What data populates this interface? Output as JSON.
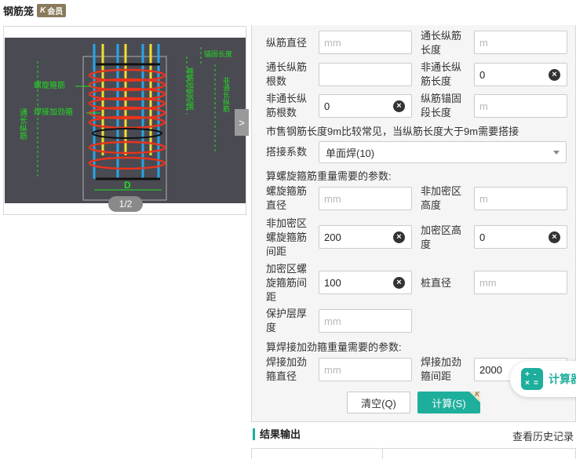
{
  "page": {
    "title": "钢筋笼",
    "vip_badge": "会员"
  },
  "diagram": {
    "page_indicator": "1/2",
    "next_label": ">",
    "labels": {
      "spiral": "螺旋箍筋",
      "weld_hoop": "焊接加劲箍",
      "through_long": "通长纵筋",
      "anchor_len": "锚固长度",
      "dense_range": "箍筋加密范围",
      "non_through": "非通长纵筋",
      "diameter": "D"
    }
  },
  "form": {
    "fields": {
      "bar_diameter": {
        "label1": "纵筋直径",
        "label2": "",
        "placeholder": "mm",
        "value": ""
      },
      "through_length": {
        "label1": "通长纵筋",
        "label2": "长度",
        "placeholder": "m",
        "value": ""
      },
      "through_count": {
        "label1": "通长纵筋",
        "label2": "根数",
        "placeholder": "",
        "value": ""
      },
      "non_through_length": {
        "label1": "非通长纵",
        "label2": "筋长度",
        "placeholder": "",
        "value": "0"
      },
      "non_through_count": {
        "label1": "非通长纵",
        "label2": "筋根数",
        "placeholder": "",
        "value": "0"
      },
      "anchor_length": {
        "label1": "纵筋锚固",
        "label2": "段长度",
        "placeholder": "m",
        "value": ""
      },
      "spiral_diameter": {
        "label1": "螺旋箍筋",
        "label2": "直径",
        "placeholder": "mm",
        "value": ""
      },
      "non_dense_height": {
        "label1": "非加密区",
        "label2": "高度",
        "placeholder": "m",
        "value": ""
      },
      "non_dense_spacing": {
        "label1": "非加密区",
        "label2": "螺旋箍筋",
        "label3": "间距",
        "value": "200"
      },
      "dense_height": {
        "label1": "加密区高",
        "label2": "度",
        "value": "0"
      },
      "dense_spacing": {
        "label1": "加密区螺",
        "label2": "旋箍筋间",
        "label3": "距",
        "value": "100"
      },
      "pile_diameter": {
        "label1": "桩直径",
        "placeholder": "mm",
        "value": ""
      },
      "cover": {
        "label1": "保护层厚",
        "label2": "度",
        "placeholder": "mm",
        "value": ""
      },
      "weld_hoop_diameter": {
        "label1": "焊接加劲",
        "label2": "箍直径",
        "placeholder": "mm",
        "value": ""
      },
      "weld_hoop_spacing": {
        "label1": "焊接加劲",
        "label2": "箍间距",
        "value": "2000"
      }
    },
    "note": "市售钢筋长度9m比较常见，当纵筋长度大于9m需要搭接",
    "splice": {
      "label": "搭接系数",
      "selected": "单面焊(10)"
    },
    "section_spiral": "算螺旋箍筋重量需要的参数:",
    "section_weld": "算焊接加劲箍重量需要的参数:",
    "clear_x": "×",
    "buttons": {
      "clear": "清空(Q)",
      "calc": "计算(S)"
    }
  },
  "float_calc": {
    "label": "计算器"
  },
  "result": {
    "title": "结果输出",
    "history": "查看历史记录"
  },
  "colors": {
    "accent": "#1eaf9c",
    "diagram_bg": "#4a4a52",
    "vip": "#8a7a5c"
  }
}
